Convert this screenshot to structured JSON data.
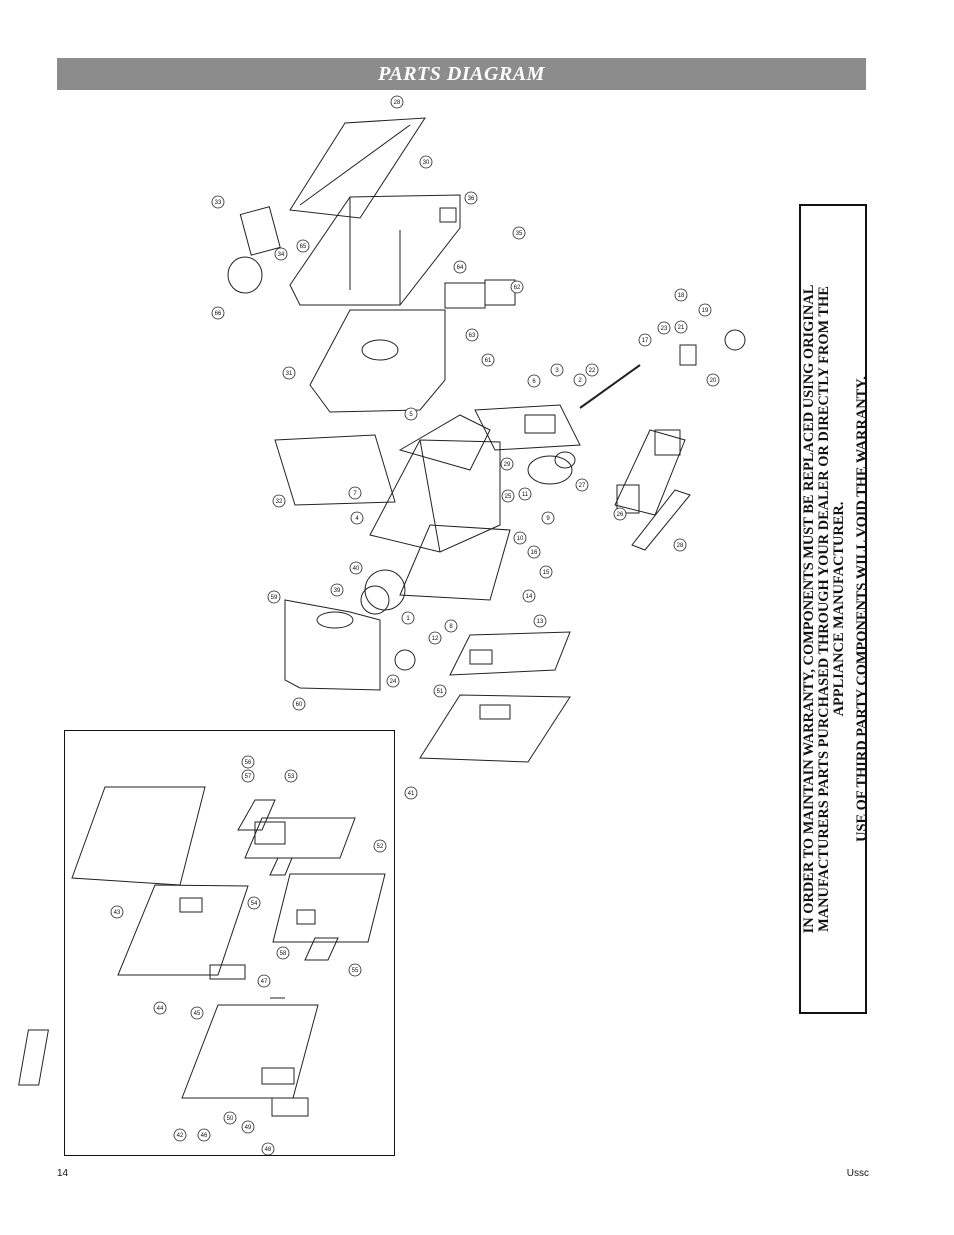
{
  "title": "PARTS DIAGRAM",
  "notice": {
    "line1": "IN ORDER TO MAINTAIN WARRANTY, COMPONENTS MUST BE REPLACED USING ORIGINAL",
    "line2": "MANUFACTURERS PARTS PURCHASED THROUGH YOUR DEALER OR DIRECTLY FROM THE",
    "line3": "APPLIANCE MANUFACTURER.",
    "line4": "USE OF THIRD PARTY COMPONENTS WILL VOID THE WARRANTY."
  },
  "callouts": [
    "28",
    "30",
    "33",
    "36",
    "35",
    "34",
    "65",
    "66",
    "64",
    "62",
    "31",
    "63",
    "61",
    "32",
    "5",
    "6",
    "3",
    "2",
    "22",
    "7",
    "4",
    "29",
    "27",
    "25",
    "11",
    "9",
    "10",
    "16",
    "14",
    "15",
    "1",
    "40",
    "39",
    "59",
    "12",
    "8",
    "13",
    "24",
    "60",
    "51",
    "41",
    "26",
    "28",
    "17",
    "23",
    "21",
    "18",
    "19",
    "20",
    "56",
    "57",
    "53",
    "52",
    "43",
    "54",
    "44",
    "58",
    "55",
    "45",
    "47",
    "42",
    "46",
    "50",
    "49",
    "48"
  ],
  "footer": {
    "page_number": "14",
    "brand": "Ussc"
  }
}
